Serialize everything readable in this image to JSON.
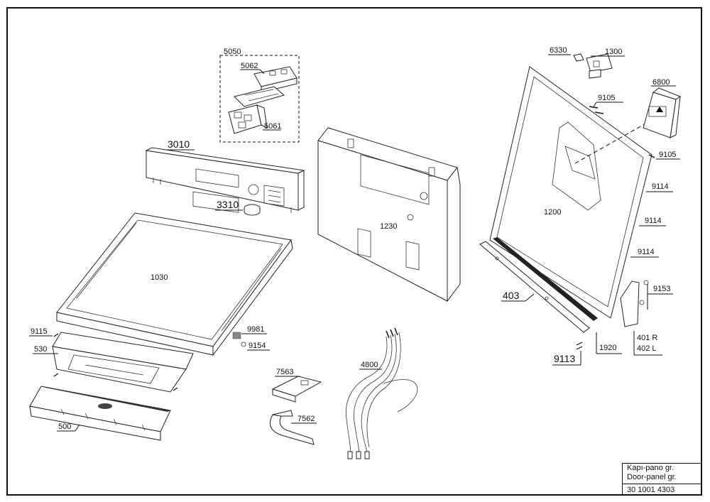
{
  "title_block": {
    "name_tr": "Kapı-pano gr.",
    "name_en": "Door-panel gr.",
    "code": "30 1001 4303"
  },
  "labels": {
    "p5050": "5050",
    "p5062": "5062",
    "p5061": "5061",
    "p3010": "3010",
    "p3310": "3310",
    "p1030": "1030",
    "p1230": "1230",
    "p1200": "1200",
    "p6330": "6330",
    "p1300": "1300",
    "p6800": "6800",
    "p9105a": "9105",
    "p9105b": "9105",
    "p9114a": "9114",
    "p9114b": "9114",
    "p9114c": "9114",
    "p9153": "9153",
    "p401": "401 R",
    "p402": "402 L",
    "p1920": "1920",
    "p9113": "9113",
    "p403": "403",
    "p9115": "9115",
    "p530": "530",
    "p9981": "9981",
    "p9154": "9154",
    "p500": "500",
    "p7563": "7563",
    "p7562": "7562",
    "p4800": "4800"
  }
}
